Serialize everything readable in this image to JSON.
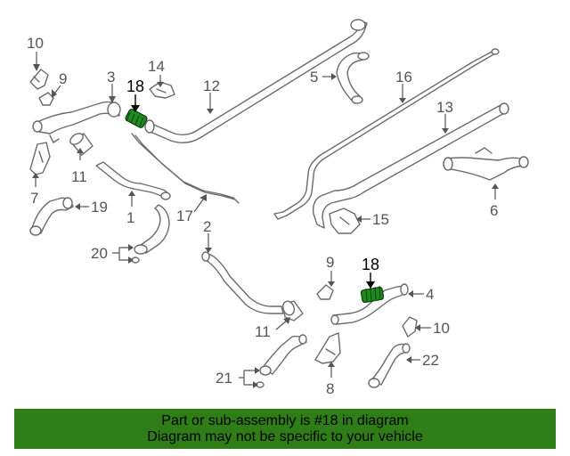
{
  "callouts": {
    "c1": "1",
    "c2": "2",
    "c3": "3",
    "c4": "4",
    "c5": "5",
    "c6": "6",
    "c7": "7",
    "c8": "8",
    "c9a": "9",
    "c9b": "9",
    "c10a": "10",
    "c10b": "10",
    "c11a": "11",
    "c11b": "11",
    "c12": "12",
    "c13": "13",
    "c14": "14",
    "c15": "15",
    "c16": "16",
    "c17": "17",
    "c18a": "18",
    "c18b": "18",
    "c19": "19",
    "c20": "20",
    "c21": "21",
    "c22": "22"
  },
  "banner": {
    "line1": "Part or sub-assembly is #18 in diagram",
    "line2": "Diagram may not be specific to your vehicle"
  },
  "colors": {
    "banner_bg": "#2e7d16",
    "highlight": "#1f8a1f",
    "line": "#6b6b6b"
  }
}
